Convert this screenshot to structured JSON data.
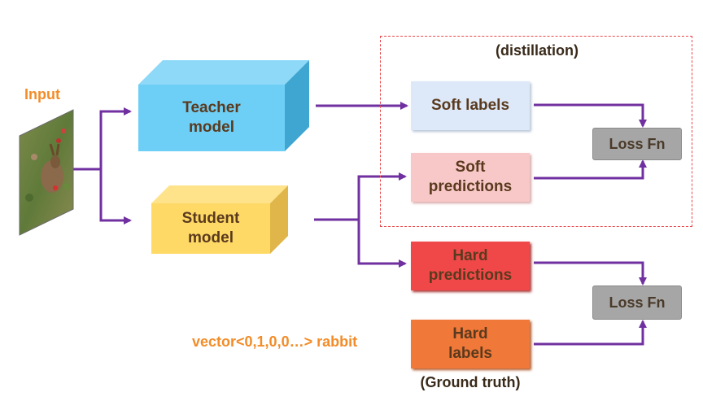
{
  "input": {
    "label": "Input"
  },
  "teacher": {
    "line1": "Teacher",
    "line2": "model"
  },
  "student": {
    "line1": "Student",
    "line2": "model"
  },
  "distillation": {
    "label": "(distillation)"
  },
  "soft_labels": {
    "label": "Soft labels"
  },
  "soft_predictions": {
    "line1": "Soft",
    "line2": "predictions"
  },
  "hard_predictions": {
    "line1": "Hard",
    "line2": "predictions"
  },
  "hard_labels": {
    "line1": "Hard",
    "line2": "labels"
  },
  "ground_truth": {
    "label": "(Ground truth)"
  },
  "loss_top": {
    "label": "Loss Fn"
  },
  "loss_bottom": {
    "label": "Loss Fn"
  },
  "vector": {
    "label": "vector<0,1,0,0…> rabbit"
  },
  "colors": {
    "arrow": "#7030a0",
    "teacher": "#6ecff6",
    "student": "#ffd966",
    "soft_labels": "#dde8f8",
    "soft_predictions": "#f8c8c8",
    "hard_predictions": "#f04848",
    "hard_labels": "#f07838",
    "loss": "#a6a6a6",
    "orange_text": "#f28c28",
    "dashed_border": "#e8484a"
  }
}
